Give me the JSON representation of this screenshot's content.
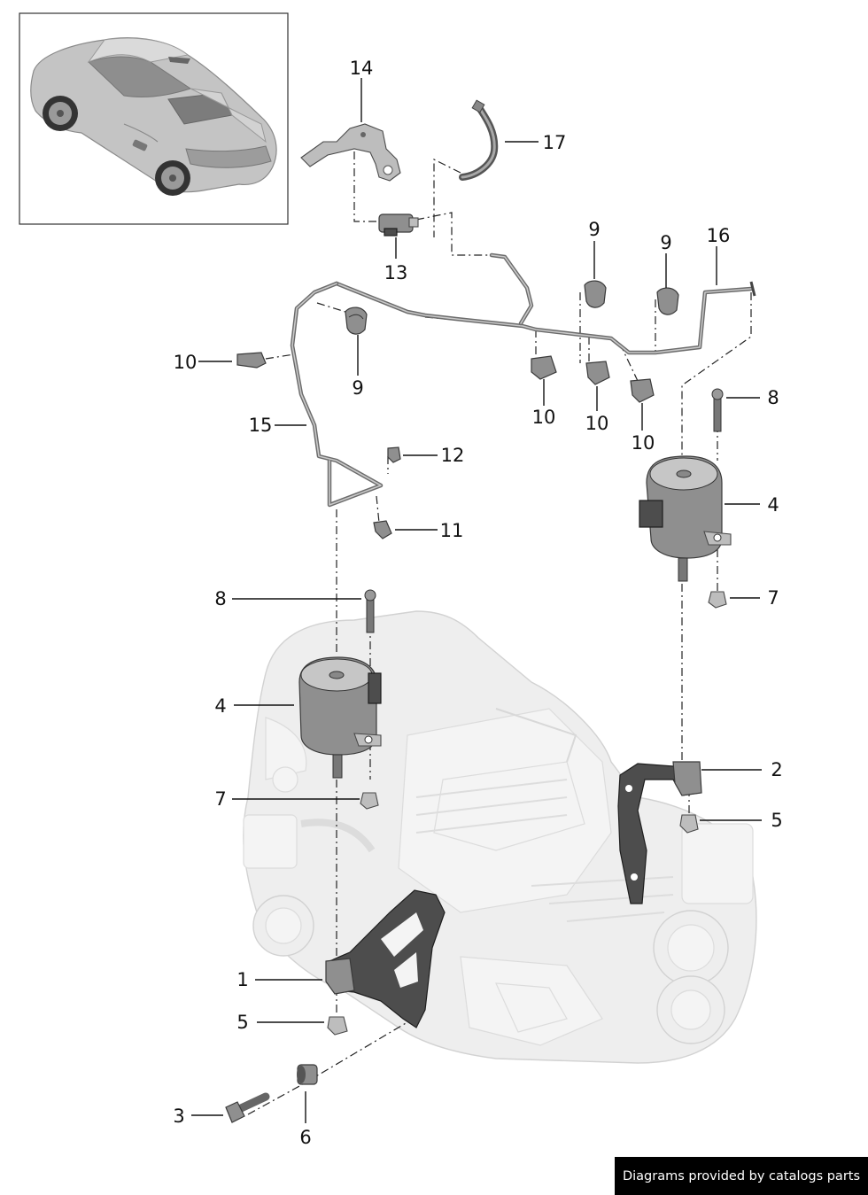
{
  "footer": {
    "credit": "Diagrams provided by catalogs parts"
  },
  "callouts": [
    {
      "label": "14"
    },
    {
      "label": "17"
    },
    {
      "label": "13"
    },
    {
      "label": "9"
    },
    {
      "label": "9"
    },
    {
      "label": "16"
    },
    {
      "label": "10"
    },
    {
      "label": "9"
    },
    {
      "label": "10"
    },
    {
      "label": "10"
    },
    {
      "label": "10"
    },
    {
      "label": "15"
    },
    {
      "label": "8"
    },
    {
      "label": "12"
    },
    {
      "label": "4"
    },
    {
      "label": "11"
    },
    {
      "label": "8"
    },
    {
      "label": "7"
    },
    {
      "label": "4"
    },
    {
      "label": "2"
    },
    {
      "label": "7"
    },
    {
      "label": "5"
    },
    {
      "label": "1"
    },
    {
      "label": "5"
    },
    {
      "label": "3"
    },
    {
      "label": "6"
    }
  ],
  "icons": {
    "vehicle": "car-thumbnail-icon",
    "transmission": "transmission-housing-icon"
  }
}
